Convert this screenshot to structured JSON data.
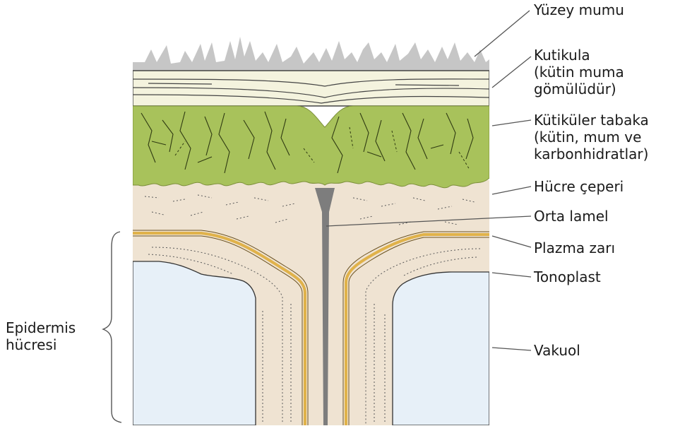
{
  "labels": {
    "surface_wax": "Yüzey mumu",
    "cuticle_line1": "Kutikula",
    "cuticle_line2": "(kütin muma",
    "cuticle_line3": "gömülüdür)",
    "cuticular_layer_line1": "Kütiküler tabaka",
    "cuticular_layer_line2": "(kütin, mum ve",
    "cuticular_layer_line3": "karbonhidratlar)",
    "cell_wall": "Hücre çeperi",
    "middle_lamella": "Orta lamel",
    "plasma_membrane": "Plazma zarı",
    "tonoplast": "Tonoplast",
    "vacuole": "Vakuol",
    "epidermis_line1": "Epidermis",
    "epidermis_line2": "hücresi"
  },
  "colors": {
    "surface_wax": "#c9c9c9",
    "cuticle": "#f3f2dc",
    "cuticular_layer": "#a9c25a",
    "cell_wall": "#efe3d2",
    "middle_lamella": "#7d7d7d",
    "plasma_membrane": "#e2b44a",
    "vacuole": "#e6f0f8",
    "leader_line": "#555555"
  }
}
